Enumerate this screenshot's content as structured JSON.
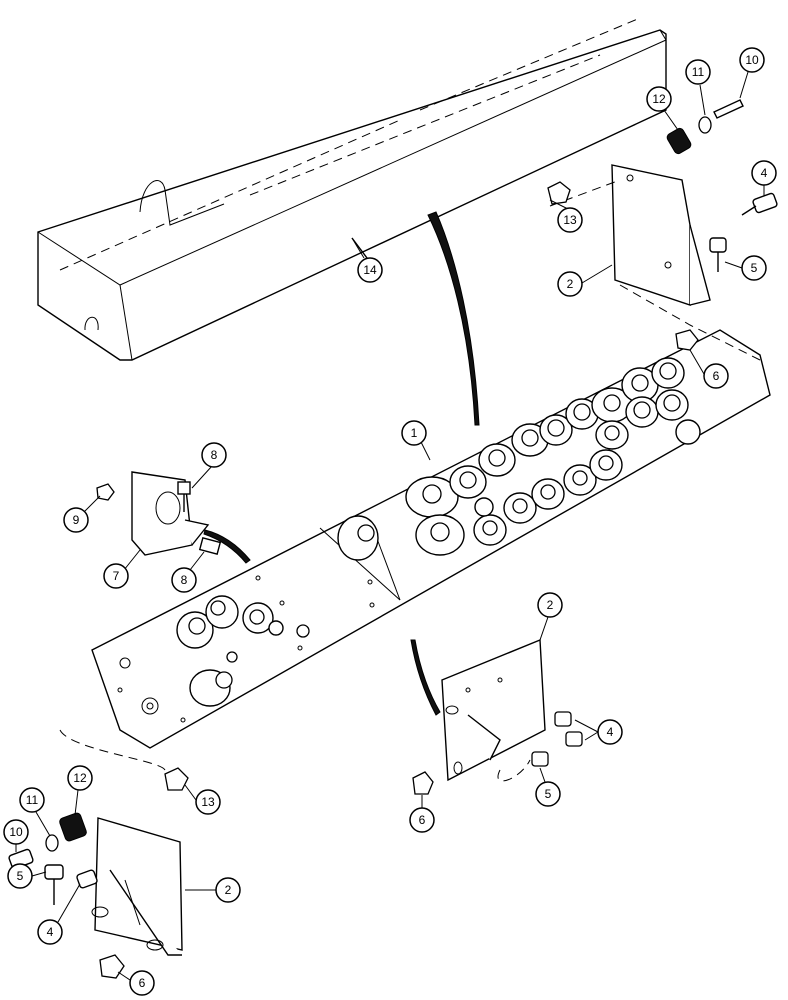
{
  "callouts": [
    {
      "id": "c-14",
      "label": "14"
    },
    {
      "id": "c-12-top",
      "label": "12"
    },
    {
      "id": "c-11-top",
      "label": "11"
    },
    {
      "id": "c-10-top",
      "label": "10"
    },
    {
      "id": "c-13-top",
      "label": "13"
    },
    {
      "id": "c-4-top",
      "label": "4"
    },
    {
      "id": "c-2-top",
      "label": "2"
    },
    {
      "id": "c-5-top",
      "label": "5"
    },
    {
      "id": "c-6-top",
      "label": "6"
    },
    {
      "id": "c-1",
      "label": "1"
    },
    {
      "id": "c-8-upper",
      "label": "8"
    },
    {
      "id": "c-9",
      "label": "9"
    },
    {
      "id": "c-7",
      "label": "7"
    },
    {
      "id": "c-8-lower",
      "label": "8"
    },
    {
      "id": "c-2-mid",
      "label": "2"
    },
    {
      "id": "c-4-mid",
      "label": "4"
    },
    {
      "id": "c-5-mid",
      "label": "5"
    },
    {
      "id": "c-6-mid",
      "label": "6"
    },
    {
      "id": "c-12-bot",
      "label": "12"
    },
    {
      "id": "c-13-bot",
      "label": "13"
    },
    {
      "id": "c-11-bot",
      "label": "11"
    },
    {
      "id": "c-10-bot",
      "label": "10"
    },
    {
      "id": "c-5-bot",
      "label": "5"
    },
    {
      "id": "c-4-bot",
      "label": "4"
    },
    {
      "id": "c-2-bot",
      "label": "2"
    },
    {
      "id": "c-6-bot",
      "label": "6"
    }
  ]
}
